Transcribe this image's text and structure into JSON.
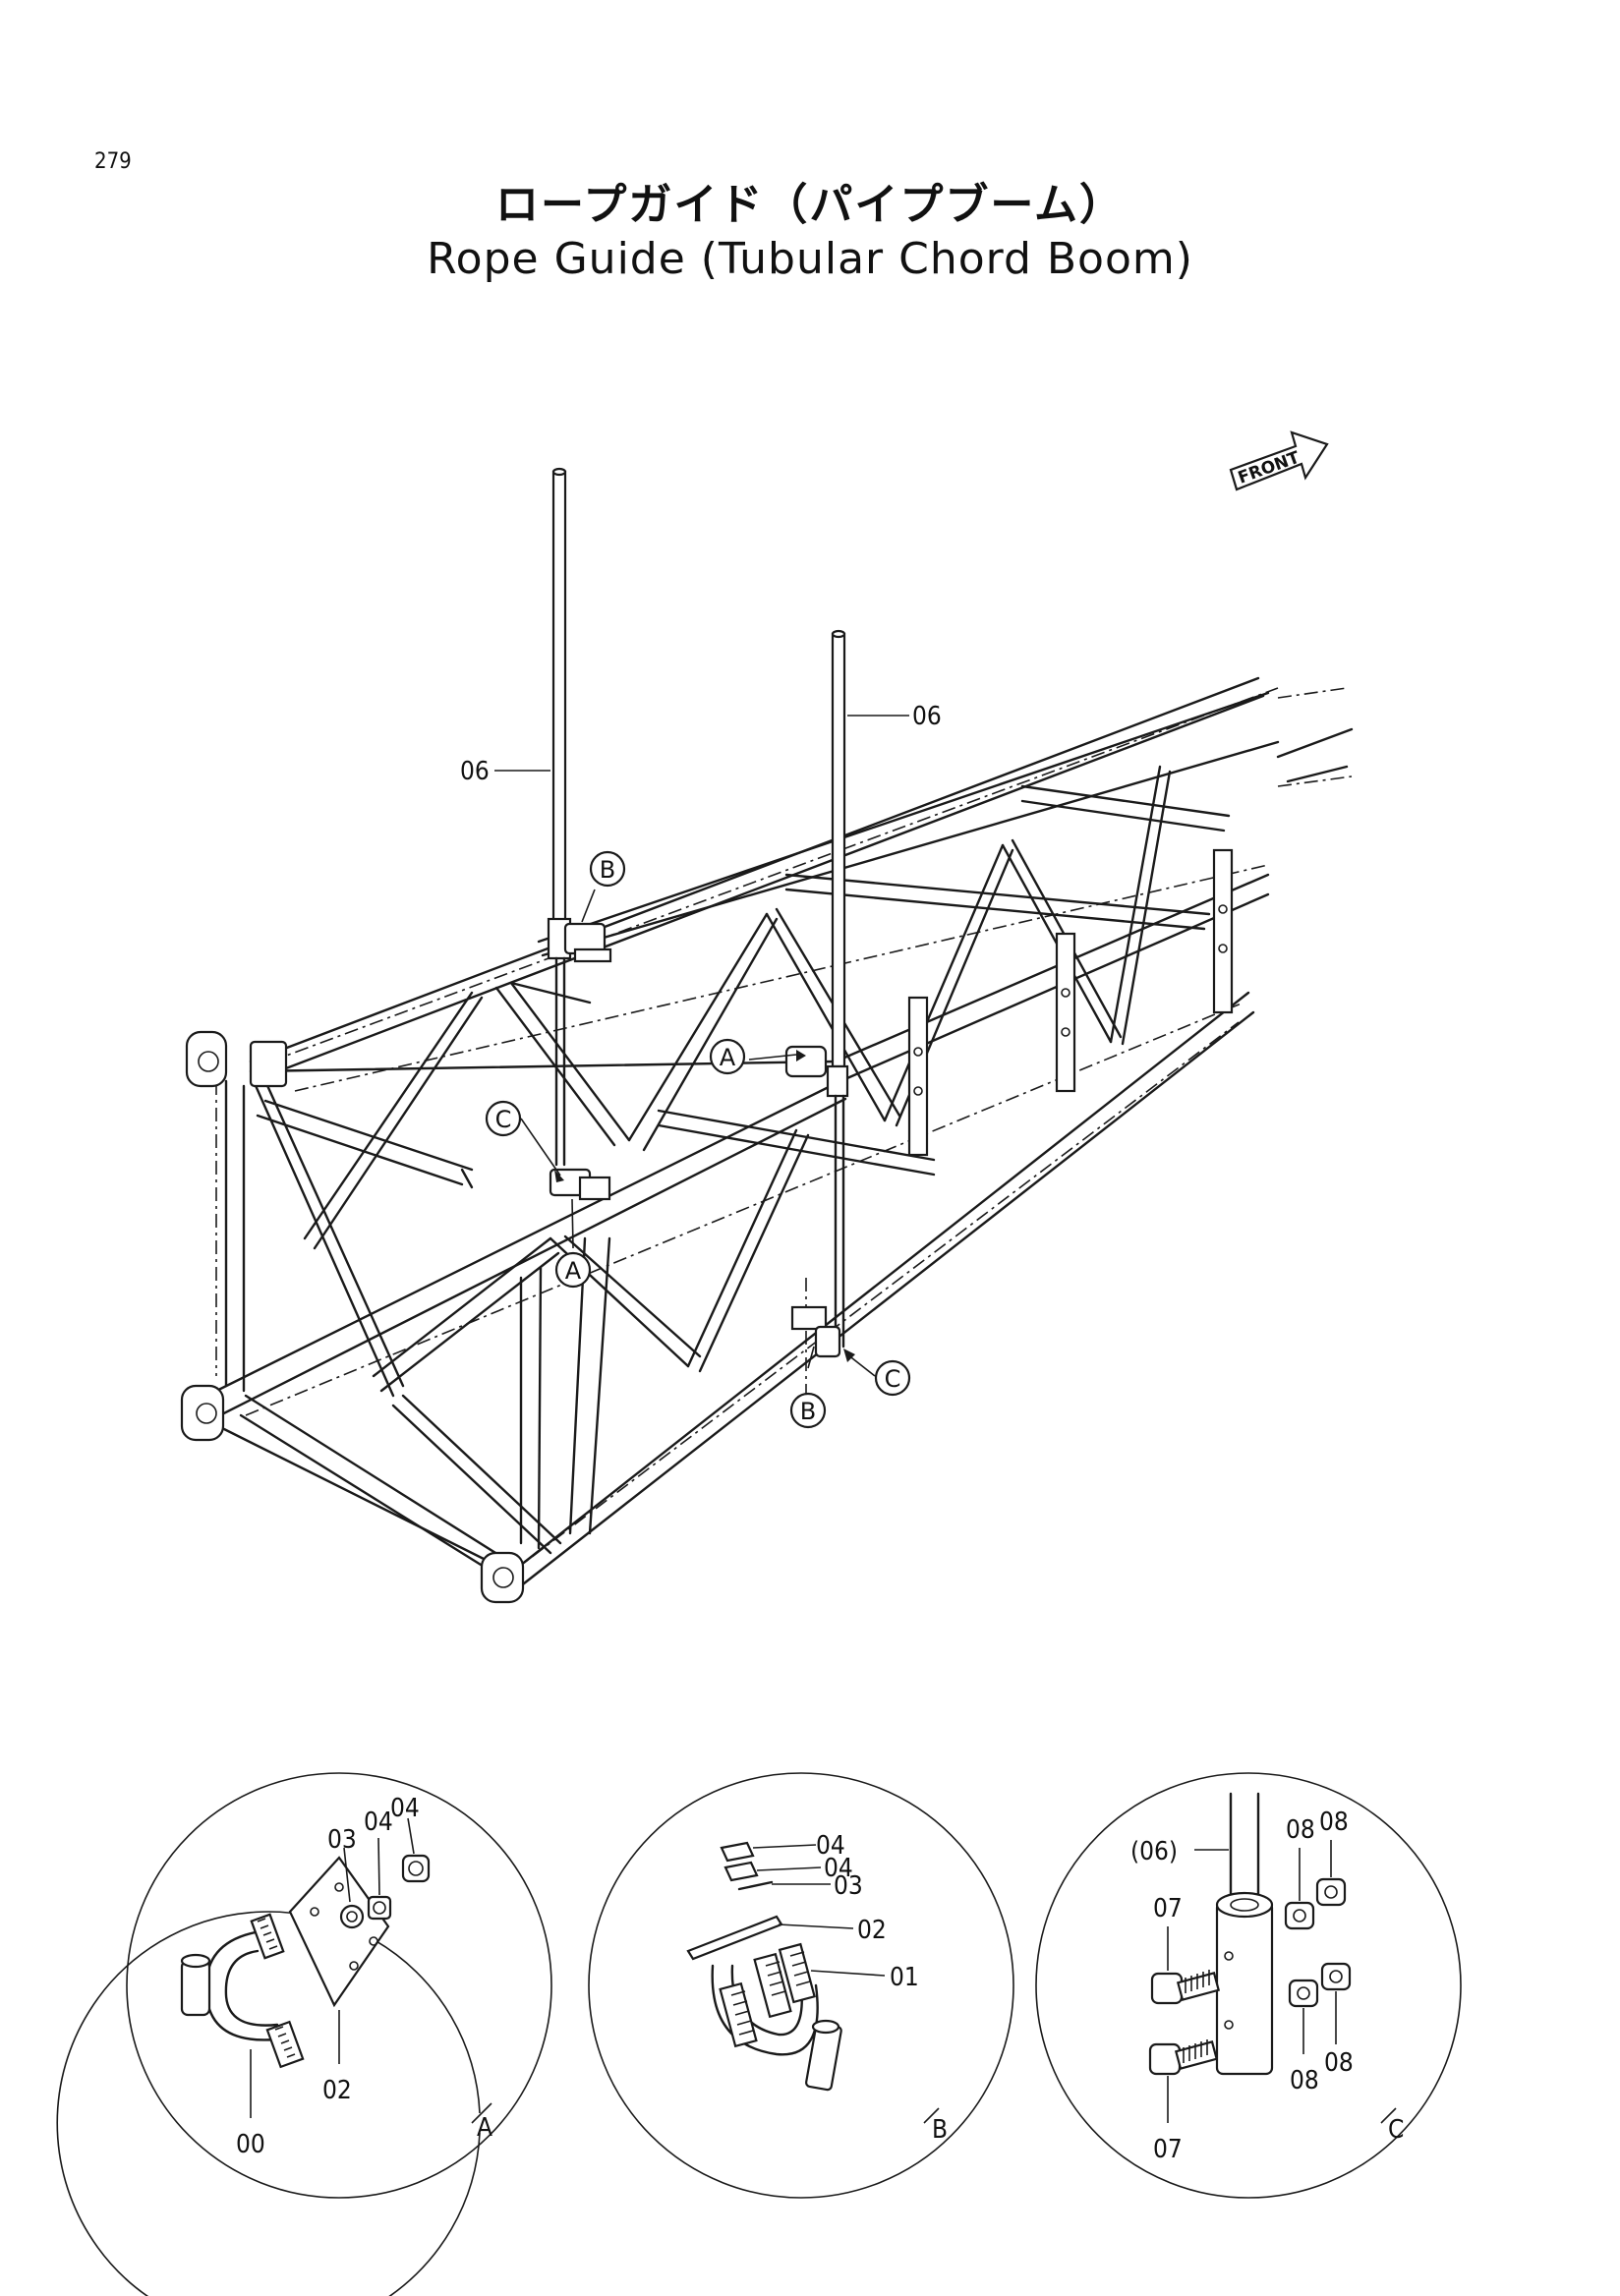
{
  "page": {
    "number": "279",
    "title_ja": "ロープガイド（パイプブーム）",
    "title_en": "Rope Guide (Tubular Chord Boom)"
  },
  "direction_sign": {
    "text": "FRONT"
  },
  "callouts": {
    "pole_left": "06",
    "pole_right": "06",
    "detail_ref_B_top": "B",
    "detail_ref_A_upper": "A",
    "detail_ref_C_left": "C",
    "detail_ref_A_lower": "A",
    "detail_ref_B_bottom": "B",
    "detail_ref_C_right": "C"
  },
  "details": {
    "A": {
      "letter": "A",
      "parts": {
        "p00": "00",
        "p02": "02",
        "p03": "03",
        "p04a": "04",
        "p04b": "04"
      }
    },
    "B": {
      "letter": "B",
      "parts": {
        "p04a": "04",
        "p04b": "04",
        "p03": "03",
        "p02": "02",
        "p01": "01"
      }
    },
    "C": {
      "letter": "C",
      "parts": {
        "p06": "(06)",
        "p07a": "07",
        "p07b": "07",
        "p08a": "08",
        "p08b": "08",
        "p08c": "08",
        "p08d": "08"
      }
    }
  }
}
